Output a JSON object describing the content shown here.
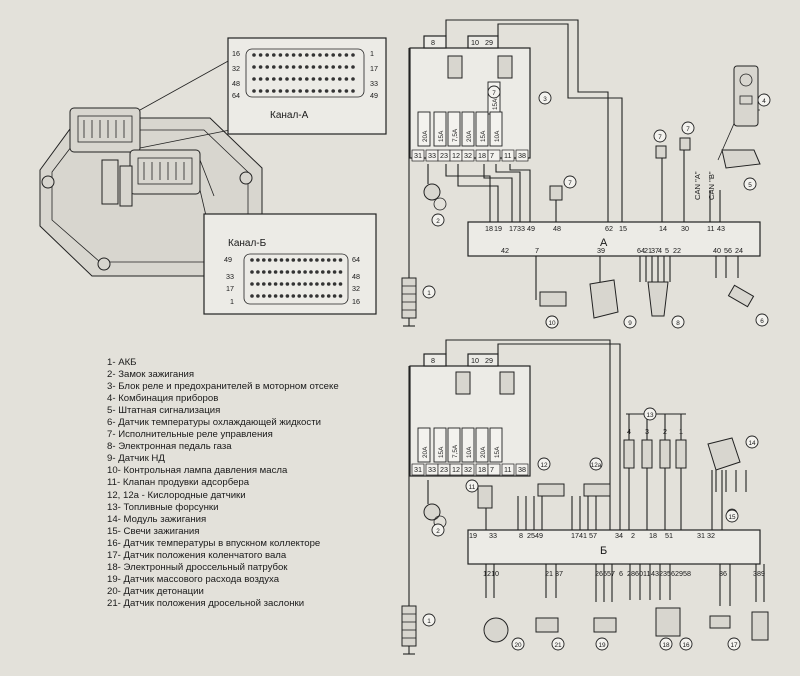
{
  "connector_a": {
    "label": "Канал-А",
    "pins_left": [
      "16",
      "32",
      "48",
      "64"
    ],
    "pins_right": [
      "1",
      "17",
      "33",
      "49"
    ]
  },
  "connector_b": {
    "label": "Канал-Б",
    "pins_left": [
      "49",
      "33",
      "17",
      "1"
    ],
    "pins_right": [
      "64",
      "48",
      "32",
      "16"
    ]
  },
  "legend": [
    "1- АКБ",
    "2- Замок зажигания",
    "3- Блок реле и предохранителей в моторном отсеке",
    "4- Комбинация приборов",
    "5- Штатная сигнализация",
    "6- Датчик температуры охлаждающей жидкости",
    "7- Исполнительные реле управления",
    "8- Электронная педаль газа",
    "9- Датчик НД",
    "10- Контрольная лампа давления масла",
    "11- Клапан продувки адсорбера",
    "12, 12а - Кислородные датчики",
    "13- Топливные форсунки",
    "14- Модуль зажигания",
    "15- Свечи зажигания",
    "16- Датчик температуры в впускном коллекторе",
    "17- Датчик положения коленчатого вала",
    "18- Электронный дроссельный патрубок",
    "19- Датчик массового расхода воздуха",
    "20- Датчик детонации",
    "21- Датчик положения дросельной заслонки"
  ],
  "upper": {
    "top_pins": [
      "8",
      "10",
      "29"
    ],
    "fuses": [
      "20A",
      "15A",
      "7,5A",
      "20A",
      "15A",
      "10A",
      "15A"
    ],
    "box_pins": [
      "31",
      "33",
      "23",
      "12",
      "32",
      "18",
      "7",
      "11",
      "38"
    ],
    "ecu_label": "А",
    "ecu_top_pins": [
      "18",
      "19",
      "17",
      "33",
      "49",
      "48",
      "62",
      "15",
      "14",
      "30",
      "11",
      "43"
    ],
    "ecu_bottom_pins": [
      "42",
      "7",
      "39",
      "64",
      "21",
      "37",
      "4",
      "5",
      "22",
      "40",
      "56",
      "24"
    ],
    "can_a": "CAN \"A\"",
    "can_b": "CAN \"B\"",
    "callouts": [
      "1",
      "2",
      "3",
      "4",
      "5",
      "6",
      "7",
      "7",
      "7",
      "7",
      "8",
      "9",
      "10"
    ]
  },
  "lower": {
    "top_pins": [
      "8",
      "10",
      "29"
    ],
    "fuses": [
      "20A",
      "15A",
      "7,5A",
      "10A",
      "20A",
      "15A"
    ],
    "box_pins": [
      "31",
      "33",
      "23",
      "12",
      "32",
      "18",
      "7",
      "11",
      "38"
    ],
    "ecu_label": "Б",
    "ecu_top_pins": [
      "19",
      "33",
      "8",
      "25",
      "49",
      "17",
      "41",
      "57",
      "34",
      "2",
      "18",
      "51",
      "31",
      "32"
    ],
    "ecu_bottom_pins": [
      "12",
      "10",
      "21",
      "37",
      "26",
      "55",
      "7",
      "6",
      "28",
      "60",
      "11",
      "43",
      "23",
      "56",
      "29",
      "58",
      "36",
      "38",
      "9"
    ],
    "injector_pins": [
      "4",
      "3",
      "2",
      "1"
    ],
    "callouts": [
      "1",
      "2",
      "11",
      "12",
      "12a",
      "13",
      "14",
      "15",
      "16",
      "17",
      "18",
      "19",
      "20",
      "21"
    ]
  },
  "colors": {
    "background": "#e3e1da",
    "line": "#222222"
  }
}
